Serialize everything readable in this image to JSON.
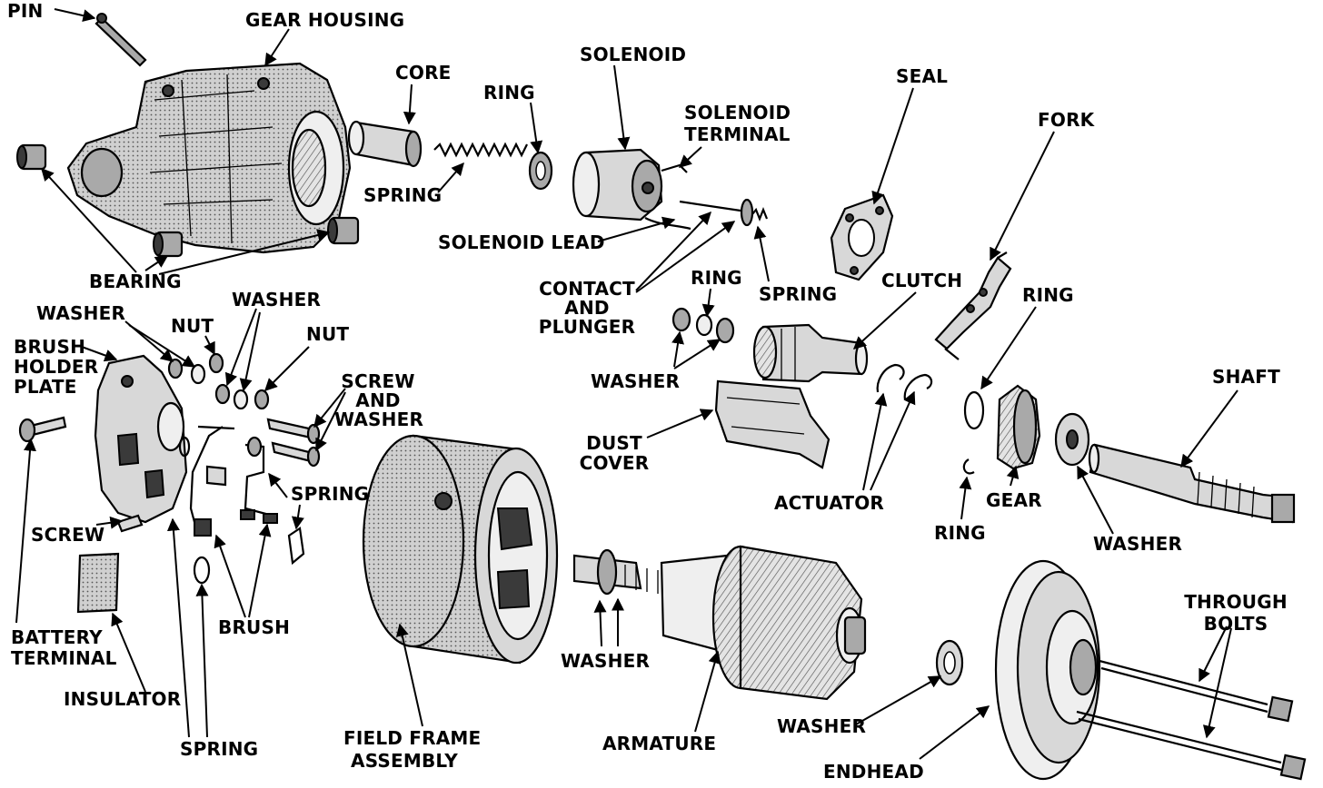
{
  "labels": {
    "pin": "PIN",
    "gear_housing": "GEAR HOUSING",
    "core": "CORE",
    "ring_top": "RING",
    "solenoid": "SOLENOID",
    "solenoid_terminal_1": "SOLENOID",
    "solenoid_terminal_2": "TERMINAL",
    "seal": "SEAL",
    "fork": "FORK",
    "spring_top": "SPRING",
    "solenoid_lead": "SOLENOID LEAD",
    "bearing": "BEARING",
    "contact_plunger_1": "CONTACT",
    "contact_plunger_2": "AND",
    "contact_plunger_3": "PLUNGER",
    "ring_mid": "RING",
    "spring_mid": "SPRING",
    "clutch": "CLUTCH",
    "ring_right": "RING",
    "washer_left": "WASHER",
    "nut_left": "NUT",
    "washer_mid": "WASHER",
    "nut_right": "NUT",
    "brush_holder_plate_1": "BRUSH",
    "brush_holder_plate_2": "HOLDER",
    "brush_holder_plate_3": "PLATE",
    "screw_and_washer_1": "SCREW",
    "screw_and_washer_2": "AND",
    "screw_and_washer_3": "WASHER",
    "washer_center": "WASHER",
    "dust_cover_1": "DUST",
    "dust_cover_2": "COVER",
    "shaft": "SHAFT",
    "spring_brush": "SPRING",
    "actuator": "ACTUATOR",
    "gear": "GEAR",
    "ring_bottom": "RING",
    "washer_right": "WASHER",
    "screw": "SCREW",
    "through_bolts_1": "THROUGH",
    "through_bolts_2": "BOLTS",
    "brush": "BRUSH",
    "washer_armature": "WASHER",
    "battery_terminal_1": "BATTERY",
    "battery_terminal_2": "TERMINAL",
    "insulator": "INSULATOR",
    "washer_endhead": "WASHER",
    "field_frame_1": "FIELD FRAME",
    "field_frame_2": "ASSEMBLY",
    "armature": "ARMATURE",
    "spring_bottom": "SPRING",
    "end_head": "ENDHEAD"
  }
}
